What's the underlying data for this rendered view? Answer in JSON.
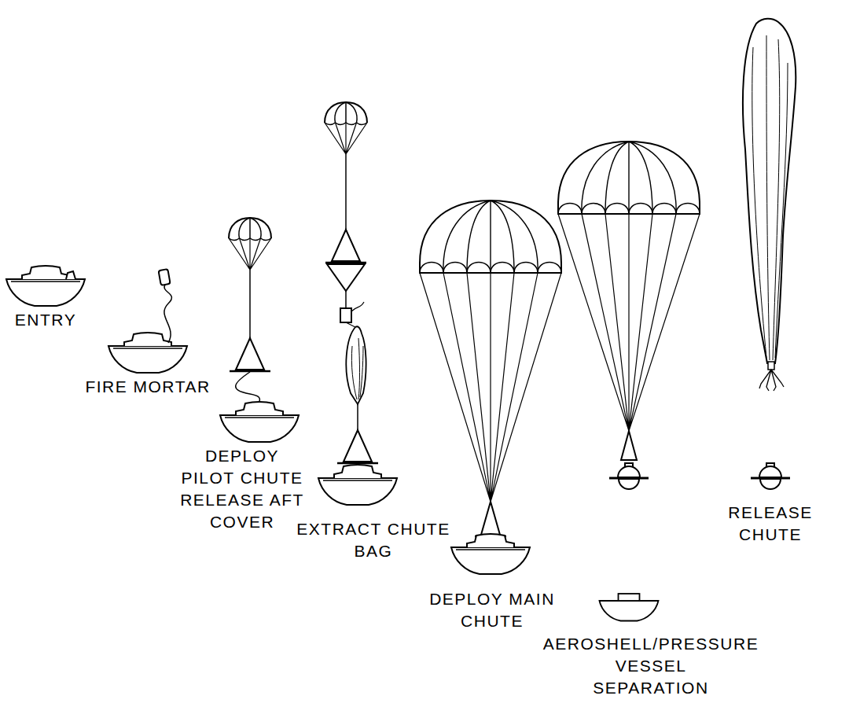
{
  "diagram": {
    "labels": [
      "ENTRY",
      "FIRE MORTAR",
      "DEPLOY PILOT CHUTE RELEASE AFT COVER",
      "EXTRACT CHUTE BAG",
      "DEPLOY MAIN CHUTE",
      "AEROSHELL/PRESSURE VESSEL SEPARATION",
      "RELEASE CHUTE"
    ]
  }
}
